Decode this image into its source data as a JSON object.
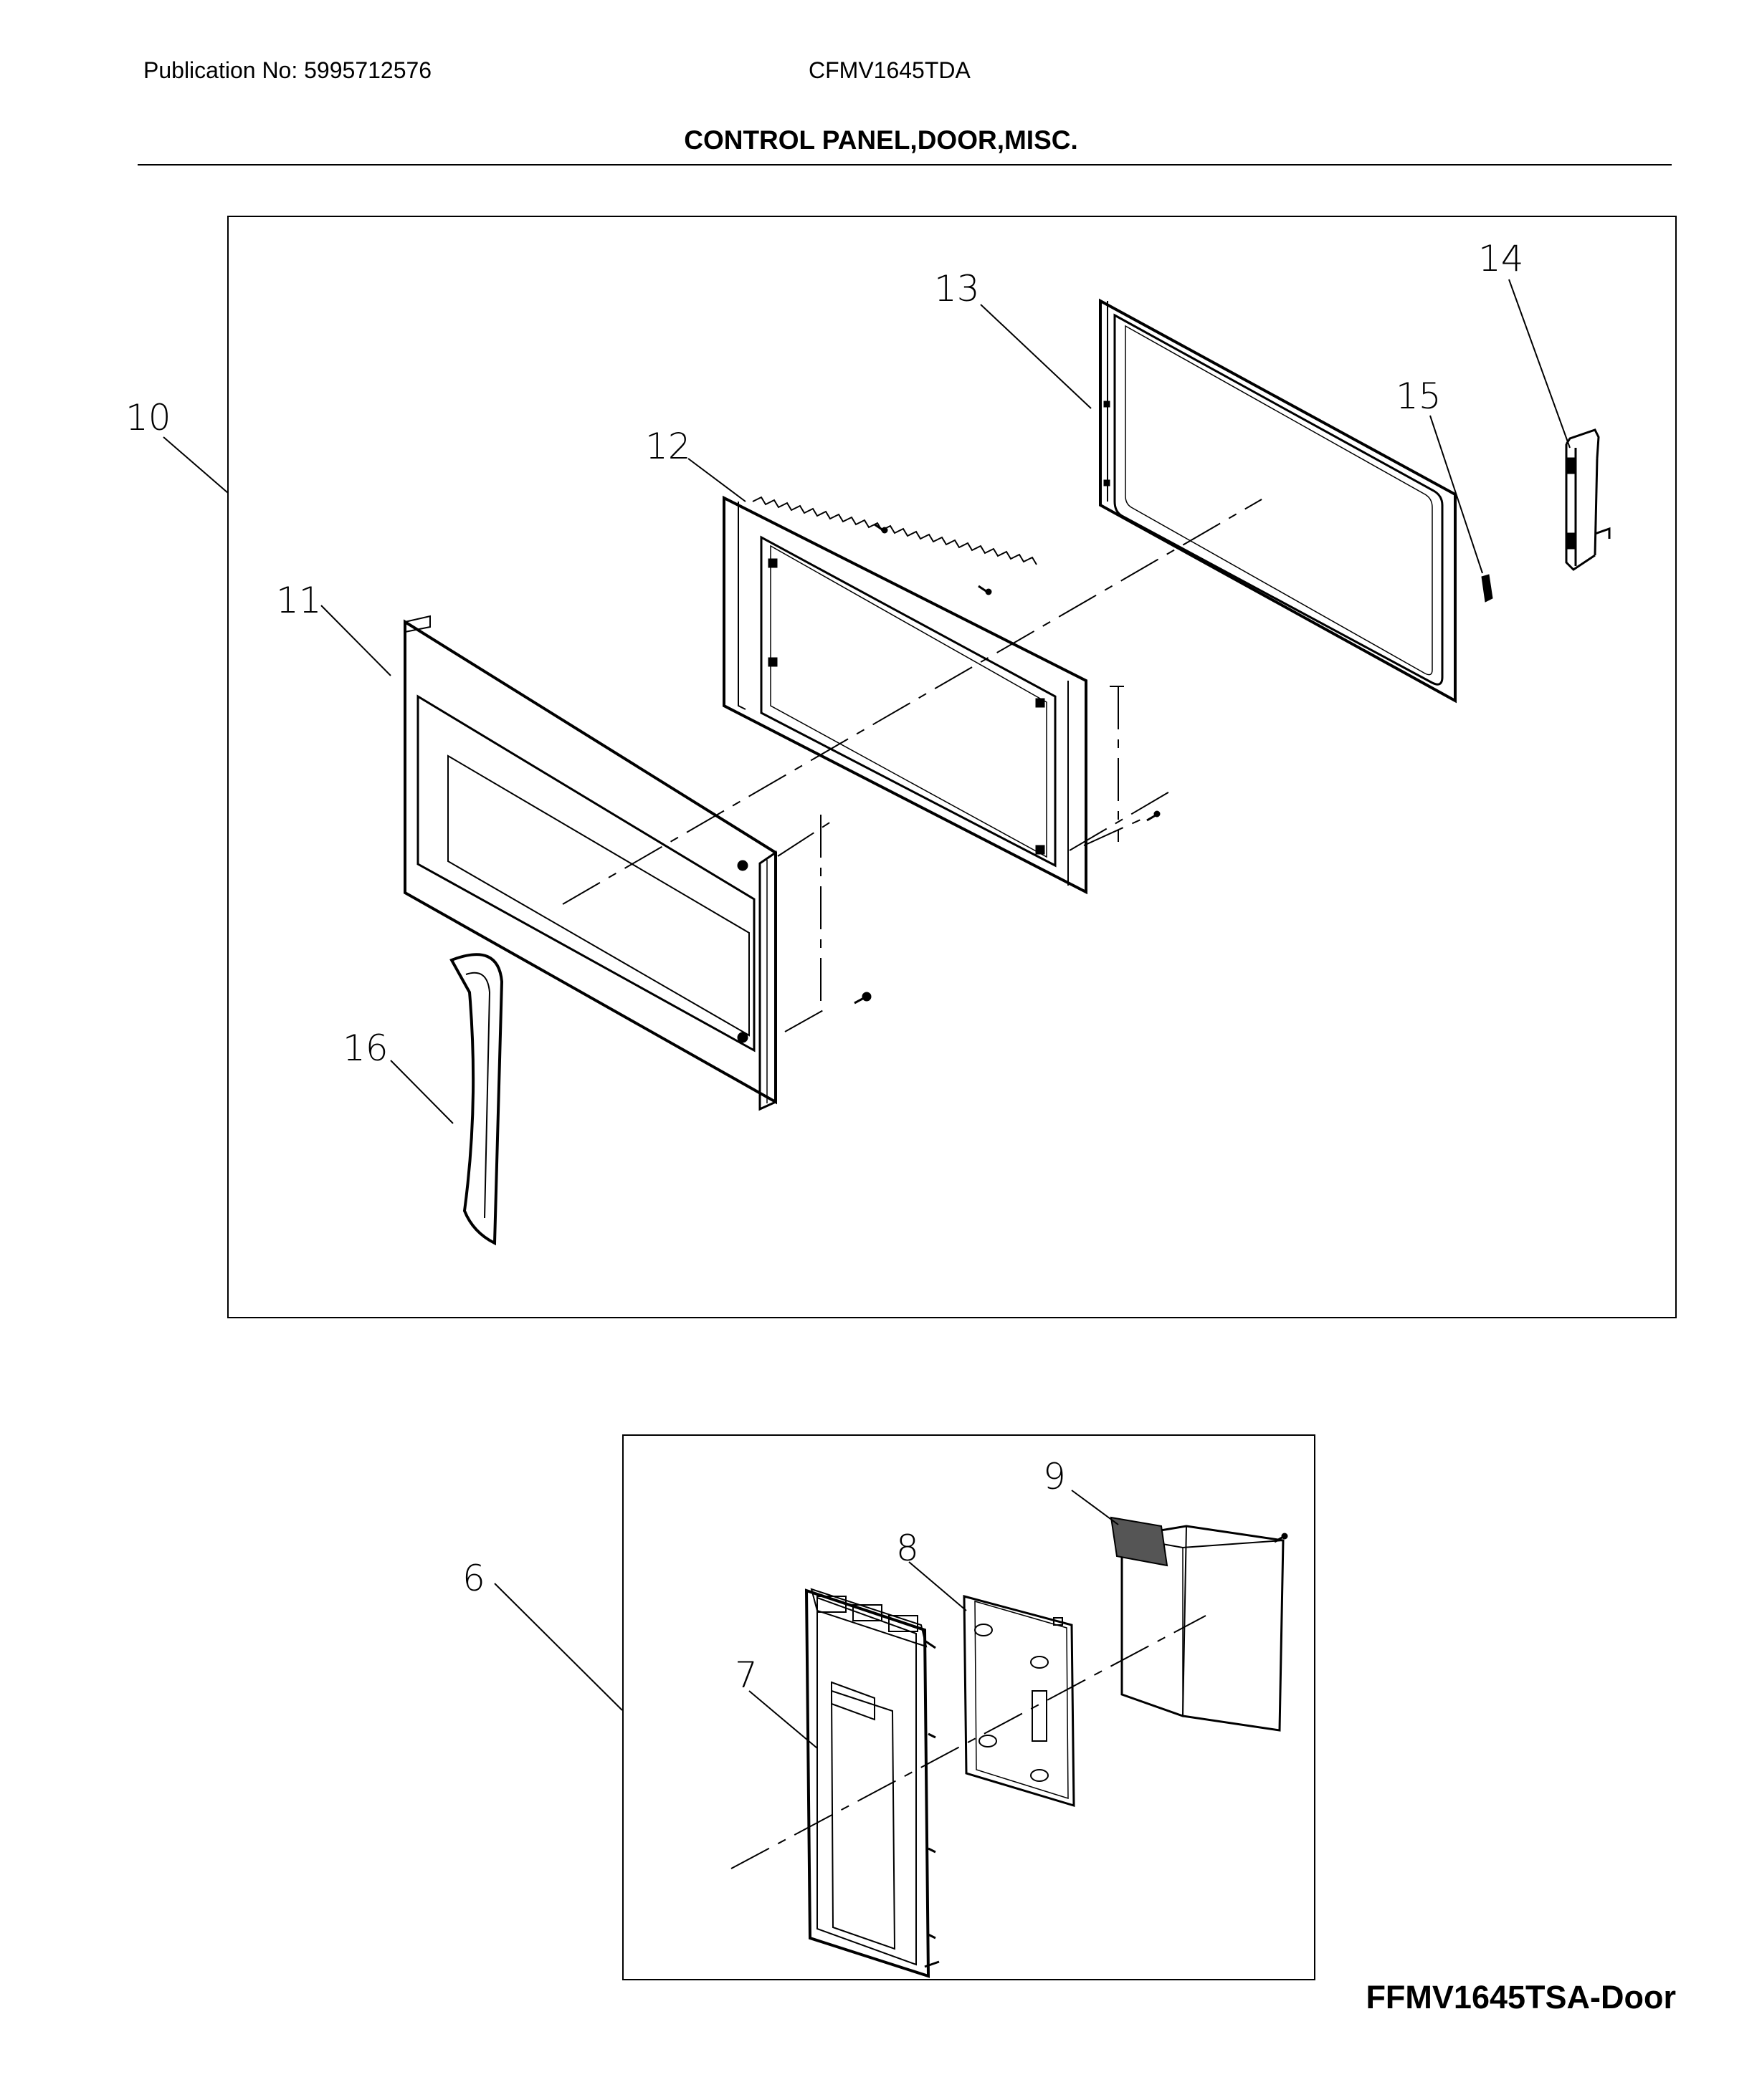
{
  "header": {
    "publication": "Publication No: 5995712576",
    "model": "CFMV1645TDA",
    "section_title": "CONTROL PANEL,DOOR,MISC."
  },
  "callouts": {
    "c10": "10",
    "c11": "11",
    "c12": "12",
    "c13": "13",
    "c14": "14",
    "c15": "15",
    "c16": "16",
    "c6": "6",
    "c7": "7",
    "c8": "8",
    "c9": "9"
  },
  "footer": {
    "label": "FFMV1645TSA-Door"
  }
}
